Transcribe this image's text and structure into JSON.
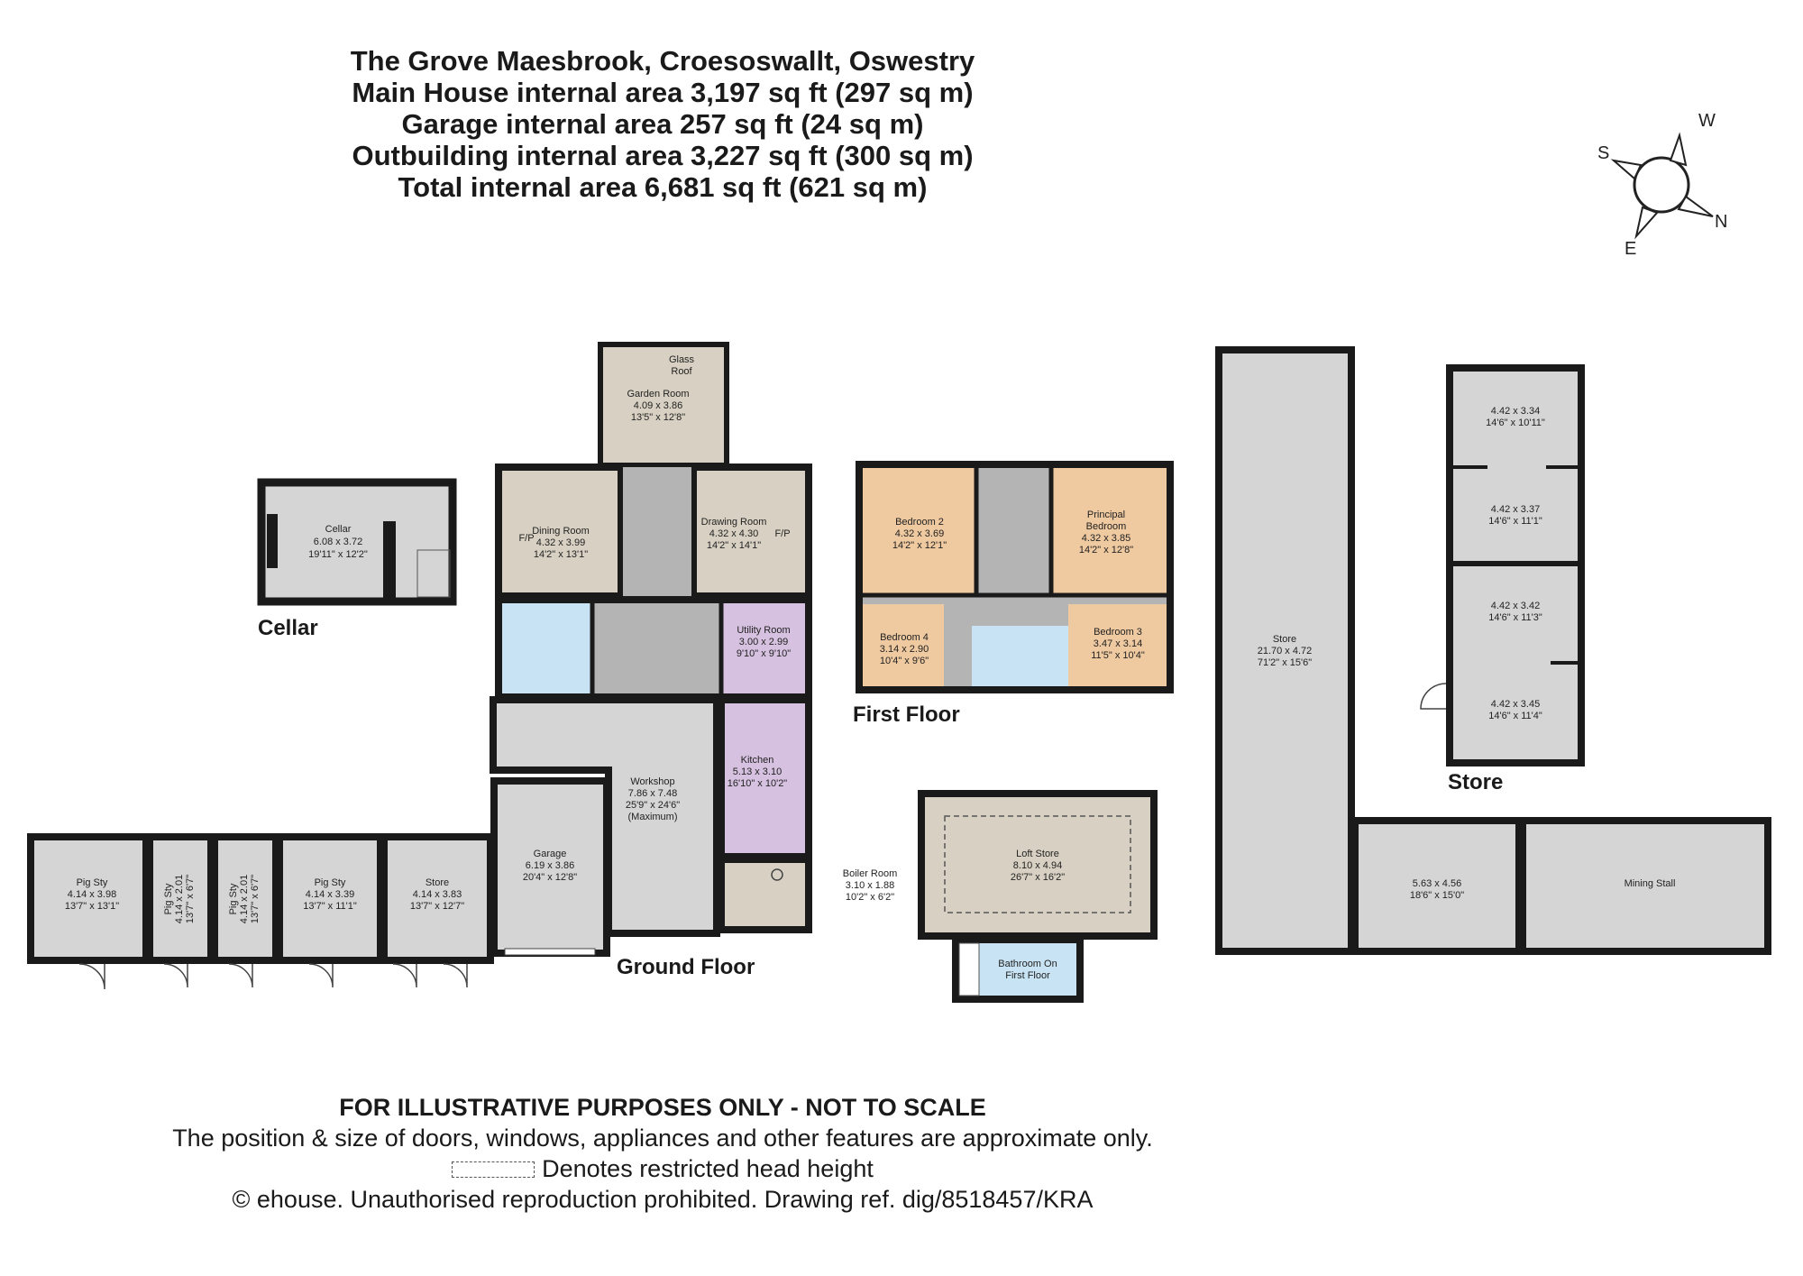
{
  "header": {
    "title": "The Grove Maesbrook, Croesoswallt, Oswestry",
    "line2": "Main House internal area 3,197 sq ft (297 sq m)",
    "line3": "Garage internal area 257 sq ft (24 sq m)",
    "line4": "Outbuilding internal area 3,227 sq ft (300 sq m)",
    "line5": "Total internal area 6,681 sq ft (621 sq m)"
  },
  "compass": {
    "w": "W",
    "s": "S",
    "n": "N",
    "e": "E"
  },
  "floors": {
    "cellar": "Cellar",
    "ground": "Ground Floor",
    "first": "First Floor",
    "store": "Store"
  },
  "rooms": {
    "cellar": {
      "name": "Cellar",
      "m": "6.08 x 3.72",
      "ft": "19'11\" x 12'2\""
    },
    "glass_roof": {
      "a": "Glass",
      "b": "Roof"
    },
    "garden_room": {
      "name": "Garden Room",
      "m": "4.09 x 3.86",
      "ft": "13'5\" x 12'8\""
    },
    "dining_room": {
      "name": "Dining Room",
      "m": "4.32 x 3.99",
      "ft": "14'2\" x 13'1\""
    },
    "drawing_room": {
      "name": "Drawing Room",
      "m": "4.32 x 4.30",
      "ft": "14'2\" x 14'1\""
    },
    "fp": "F/P",
    "utility": {
      "name": "Utility Room",
      "m": "3.00 x 2.99",
      "ft": "9'10\" x 9'10\""
    },
    "kitchen": {
      "name": "Kitchen",
      "m": "5.13 x 3.10",
      "ft": "16'10\" x 10'2\""
    },
    "workshop": {
      "name": "Workshop",
      "m": "7.86 x 7.48",
      "ft": "25'9\" x 24'6\"",
      "note": "(Maximum)"
    },
    "garage": {
      "name": "Garage",
      "m": "6.19 x 3.86",
      "ft": "20'4\" x 12'8\""
    },
    "boiler": {
      "name": "Boiler Room",
      "m": "3.10 x 1.88",
      "ft": "10'2\" x 6'2\""
    },
    "pig1": {
      "name": "Pig Sty",
      "m": "4.14 x 3.98",
      "ft": "13'7\" x 13'1\""
    },
    "pig2": {
      "name": "Pig Sty",
      "m": "4.14 x 2.01",
      "ft": "13'7\" x 6'7\""
    },
    "pig3": {
      "name": "Pig Sty",
      "m": "4.14 x 2.01",
      "ft": "13'7\" x 6'7\""
    },
    "pig4": {
      "name": "Pig Sty",
      "m": "4.14 x 3.39",
      "ft": "13'7\" x 11'1\""
    },
    "store_small": {
      "name": "Store",
      "m": "4.14 x 3.83",
      "ft": "13'7\" x 12'7\""
    },
    "bed2": {
      "name": "Bedroom 2",
      "m": "4.32 x 3.69",
      "ft": "14'2\" x 12'1\""
    },
    "principal": {
      "name": "Principal",
      "name2": "Bedroom",
      "m": "4.32 x 3.85",
      "ft": "14'2\" x 12'8\""
    },
    "bed4": {
      "name": "Bedroom 4",
      "m": "3.14 x 2.90",
      "ft": "10'4\" x 9'6\""
    },
    "bed3": {
      "name": "Bedroom 3",
      "m": "3.47 x 3.14",
      "ft": "11'5\" x 10'4\""
    },
    "loft": {
      "name": "Loft Store",
      "m": "8.10 x 4.94",
      "ft": "26'7\" x 16'2\""
    },
    "bathroom_ff": {
      "a": "Bathroom On",
      "b": "First Floor"
    },
    "store_long": {
      "name": "Store",
      "m": "21.70 x 4.72",
      "ft": "71'2\" x 15'6\""
    },
    "store_a": {
      "m": "4.42 x 3.34",
      "ft": "14'6\" x 10'11\""
    },
    "store_b": {
      "m": "4.42 x 3.37",
      "ft": "14'6\" x 11'1\""
    },
    "store_c": {
      "m": "4.42 x 3.42",
      "ft": "14'6\" x 11'3\""
    },
    "store_d": {
      "m": "4.42 x 3.45",
      "ft": "14'6\" x 11'4\""
    },
    "store_e": {
      "m": "5.63 x 4.56",
      "ft": "18'6\" x 15'0\""
    },
    "mining": {
      "name": "Mining Stall"
    }
  },
  "footer": {
    "disclaimer_bold": "FOR ILLUSTRATIVE PURPOSES ONLY - NOT TO SCALE",
    "disclaimer": "The position & size of doors, windows, appliances and other features are approximate only.",
    "legend": "Denotes restricted head height",
    "copyright": "© ehouse. Unauthorised reproduction prohibited. Drawing ref. dig/8518457/KRA"
  },
  "colors": {
    "wall": "#1a1a1a",
    "grey": "#d5d5d5",
    "hall": "#b4b4b4",
    "beige": "#d8d1c3",
    "orange": "#efc9a0",
    "purple": "#d6c1e0",
    "blue": "#c8e4f4"
  }
}
